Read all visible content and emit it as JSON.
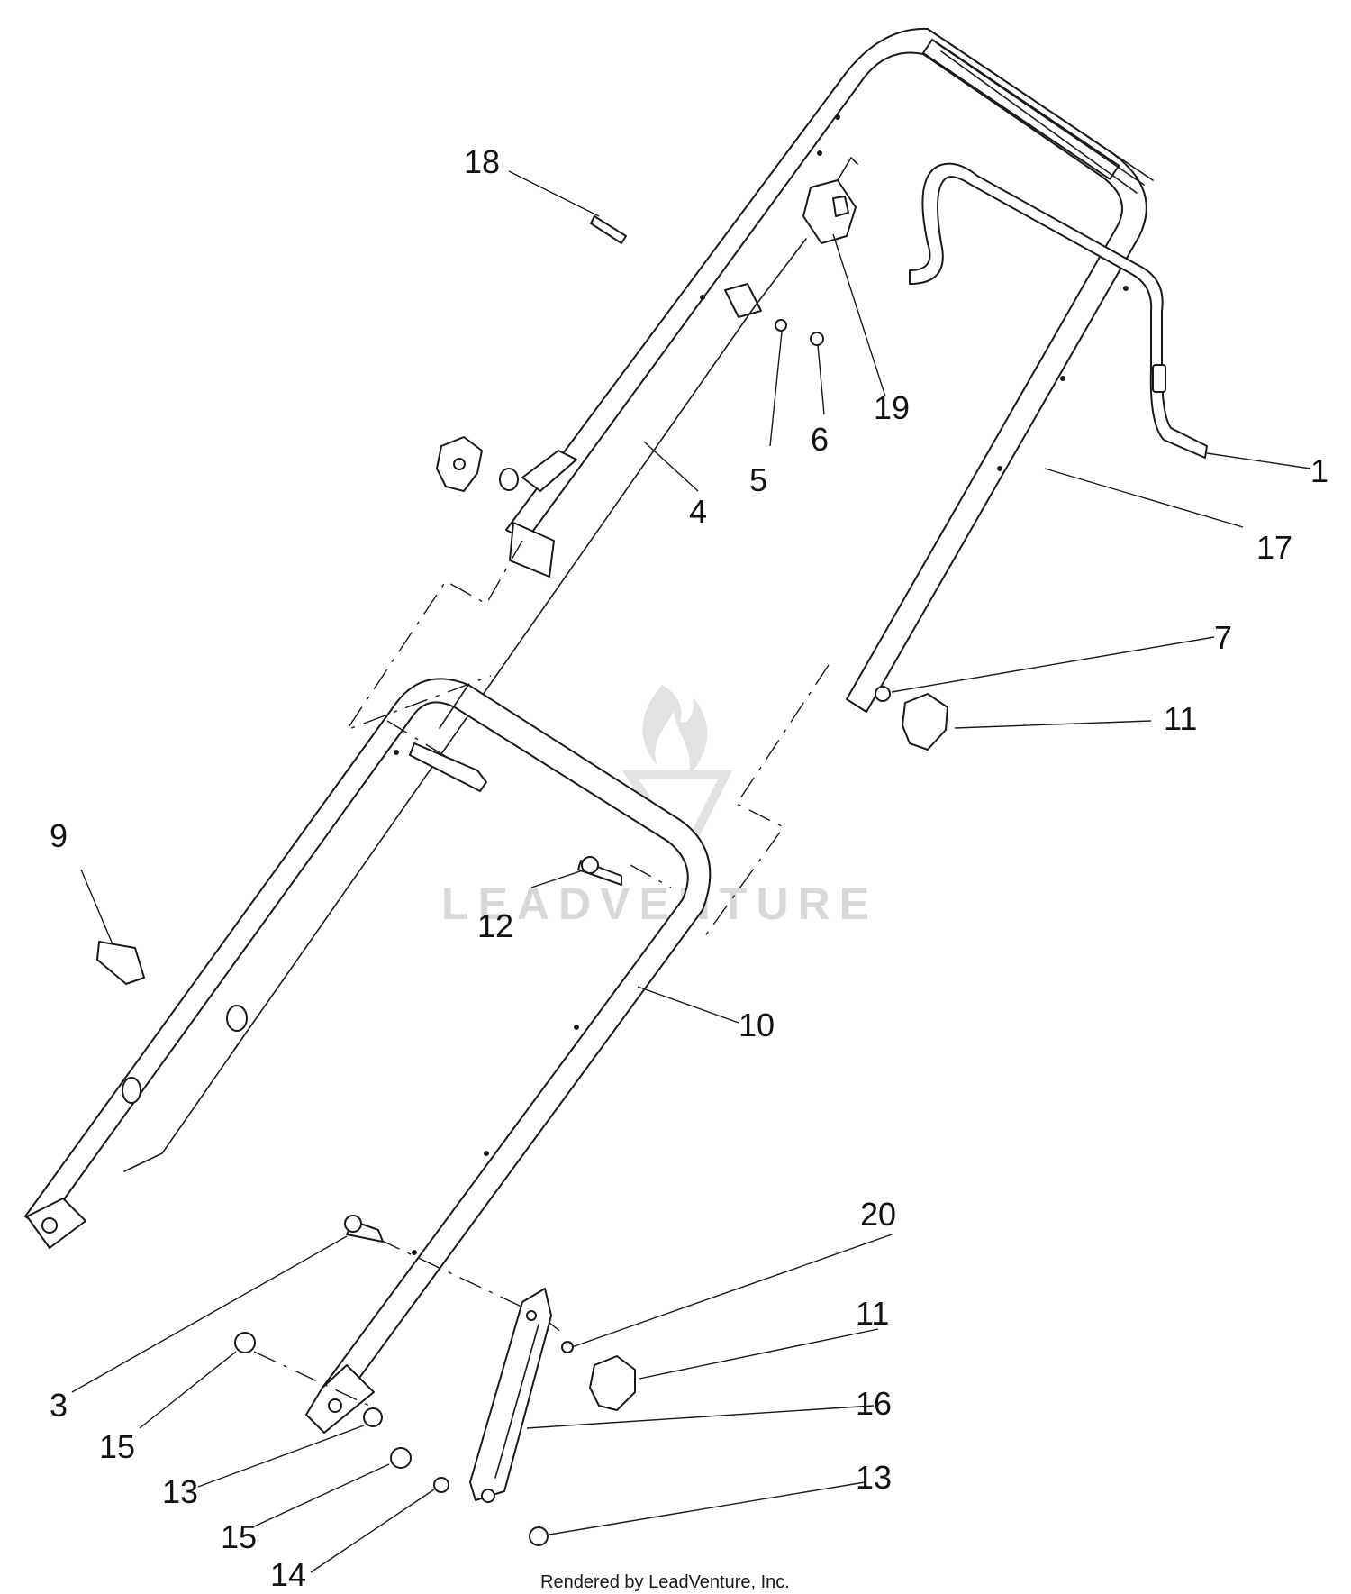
{
  "watermark": {
    "text": "LEADVENTURE"
  },
  "credit": "Rendered by LeadVenture, Inc.",
  "callouts": [
    "18",
    "19",
    "5",
    "6",
    "4",
    "1",
    "17",
    "7",
    "11",
    "9",
    "12",
    "10",
    "20",
    "11",
    "16",
    "3",
    "15",
    "13",
    "15",
    "14",
    "13"
  ],
  "icons": [
    "flame-logo-icon"
  ]
}
